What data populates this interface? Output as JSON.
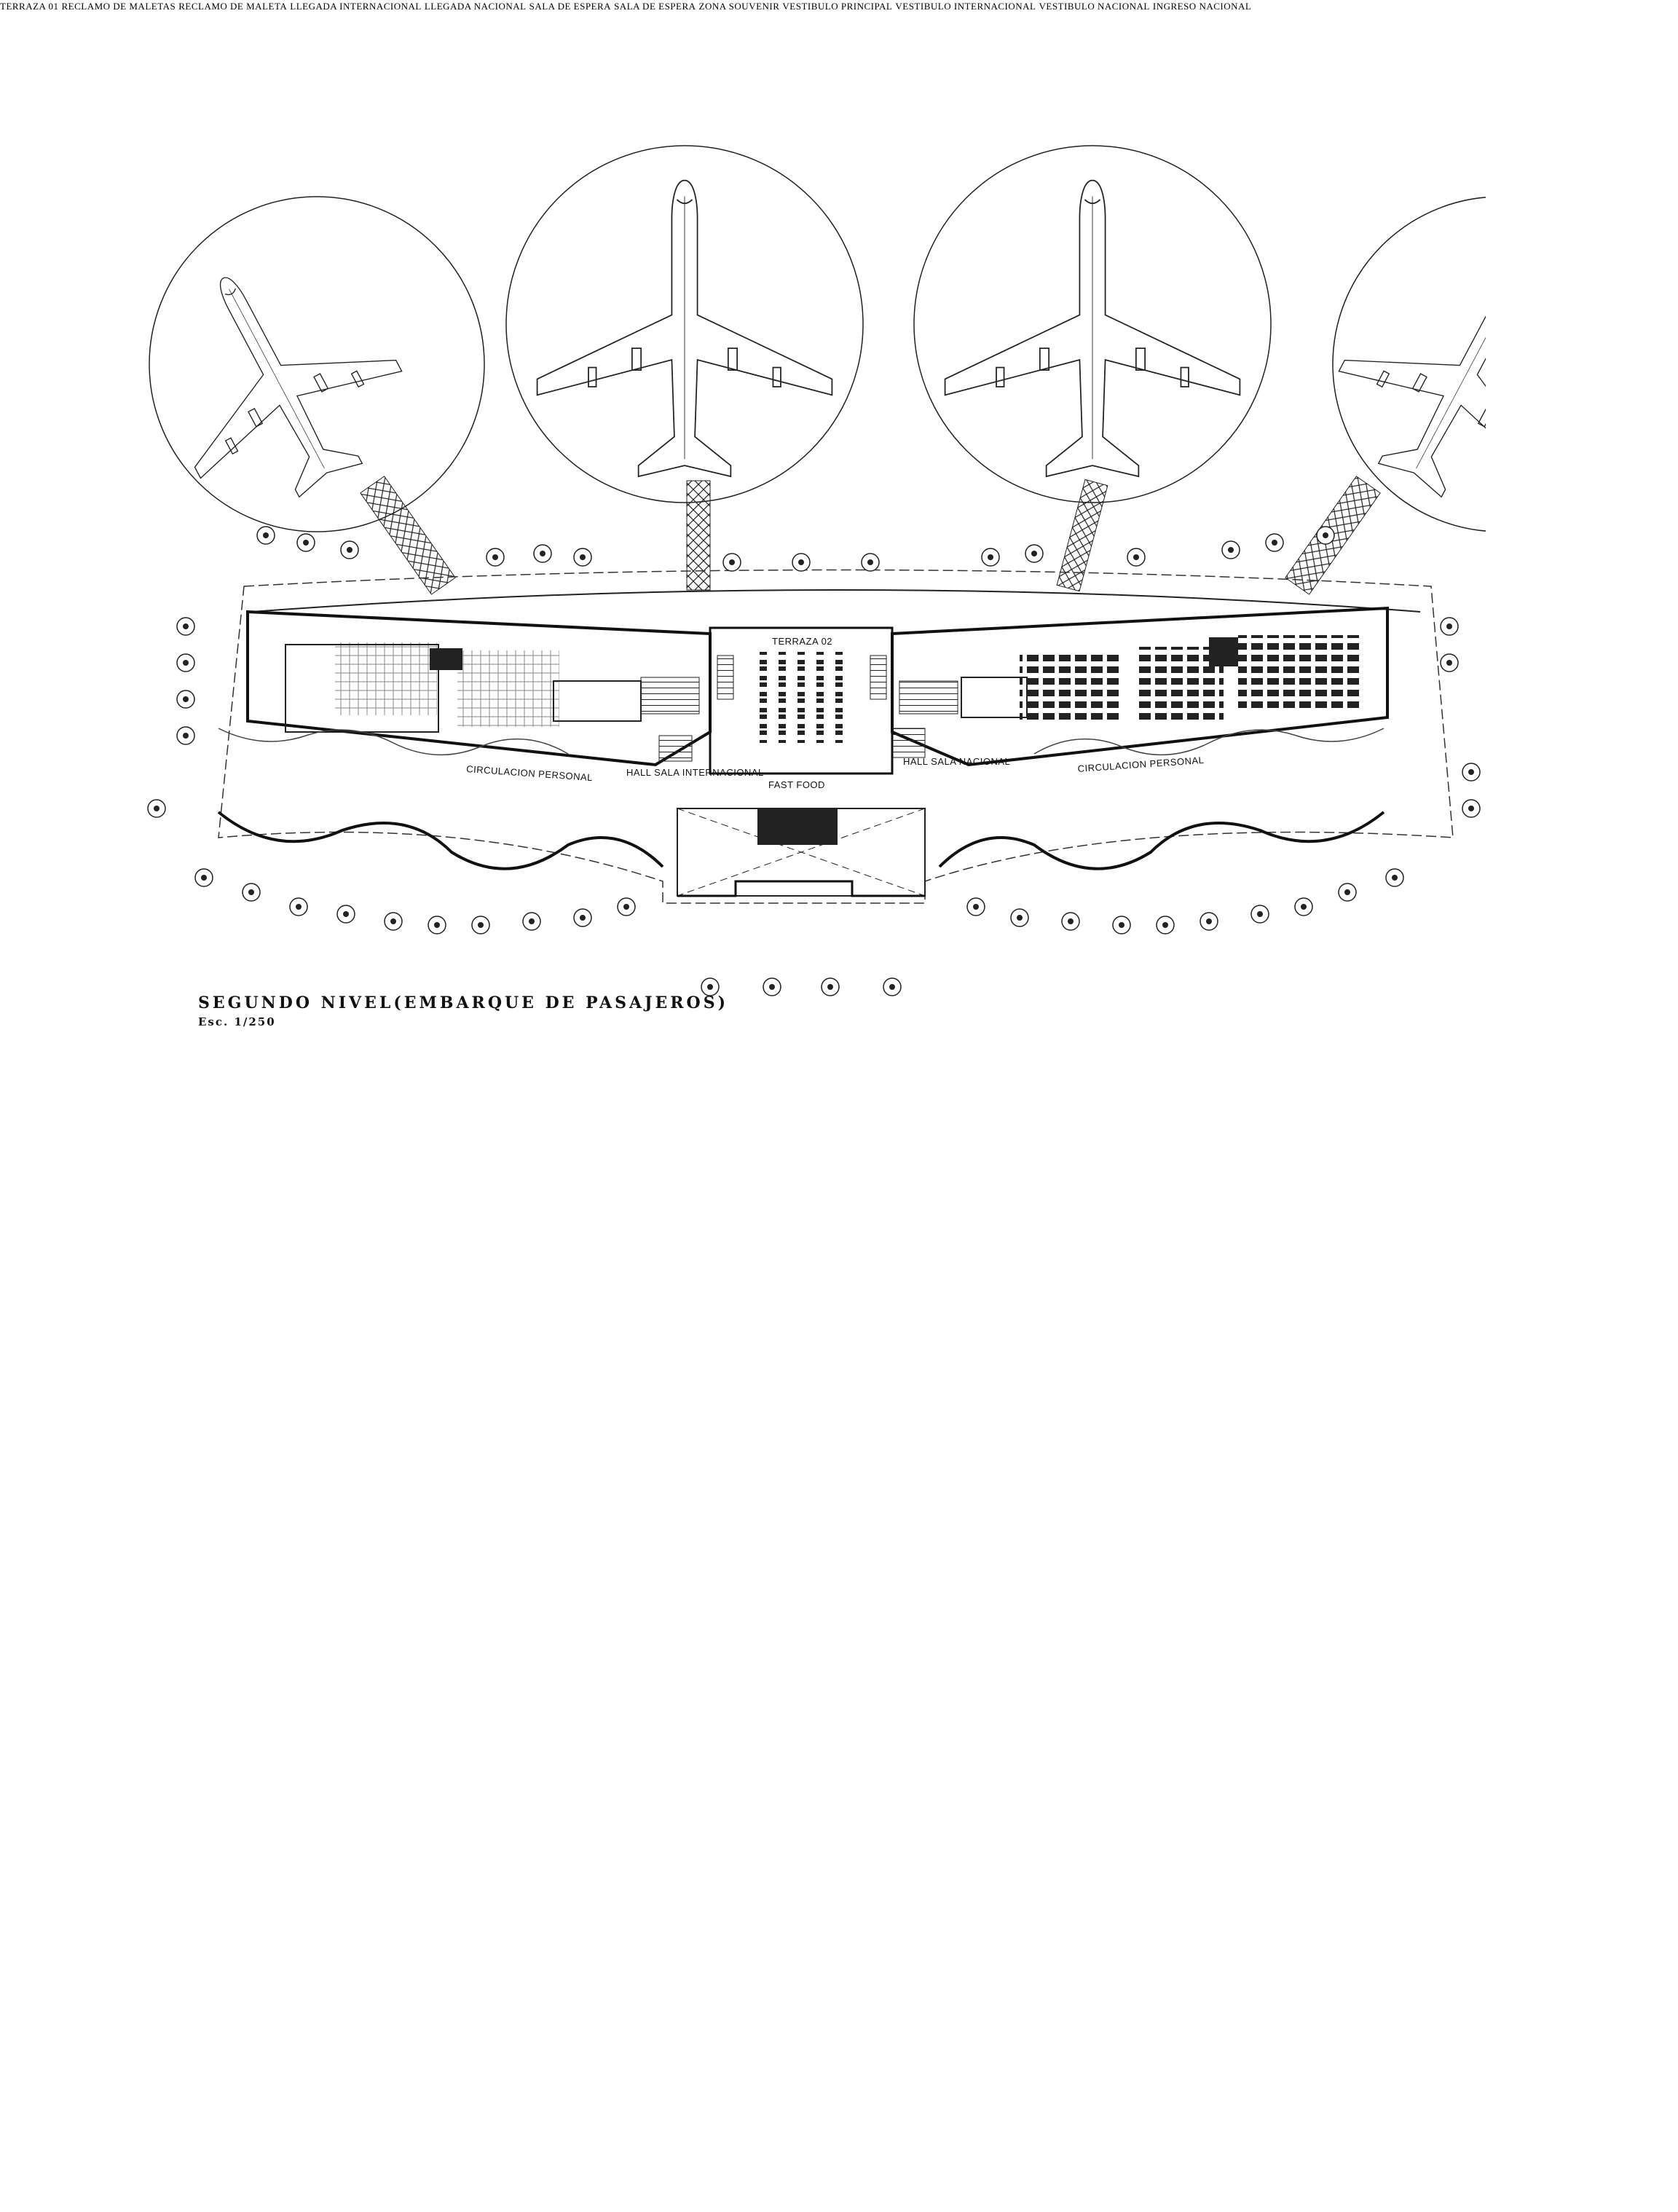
{
  "plan_top": {
    "caption_title": "SEGUNDO NIVEL(EMBARQUE DE PASAJEROS)",
    "caption_scale": "Esc. 1/250",
    "labels": {
      "terraza": "TERRAZA 02",
      "fast_food": "FAST FOOD",
      "circ_left": "CIRCULACION PERSONAL",
      "circ_right": "CIRCULACION PERSONAL",
      "hall_int": "HALL SALA INTERNACIONAL",
      "hall_nac": "HALL SALA NACIONAL"
    }
  },
  "plan_bottom": {
    "labels": {
      "terraza": "TERRAZA 01",
      "reclamo_left": "RECLAMO DE MALETAS",
      "reclamo_right": "RECLAMO DE MALETA",
      "llegada_int": "LLEGADA INTERNACIONAL",
      "llegada_nac": "LLEGADA NACIONAL",
      "sala_left": "SALA DE ESPERA",
      "sala_right": "SALA DE ESPERA",
      "zona_souvenir": "ZONA SOUVENIR",
      "vest_principal": "VESTIBULO PRINCIPAL",
      "vest_int": "VESTIBULO INTERNACIONAL",
      "vest_nac": "VESTIBULO NACIONAL",
      "ingreso_nac": "INGRESO NACIONAL"
    }
  }
}
